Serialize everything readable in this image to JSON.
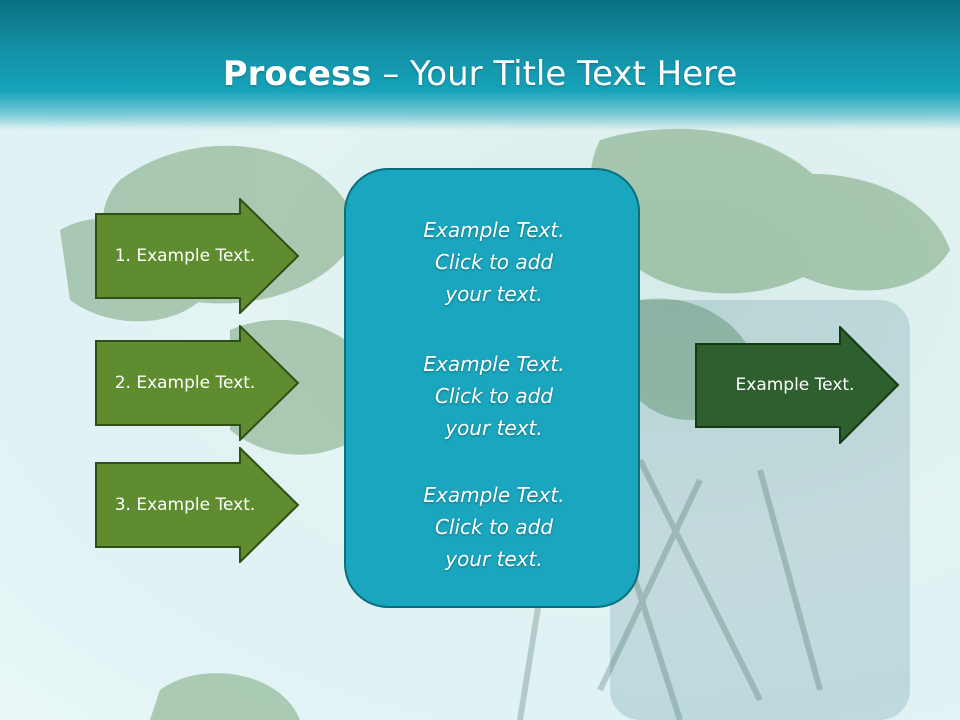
{
  "slide": {
    "title_bold": "Process",
    "title_rest": " – Your Title Text Here"
  },
  "inputs": [
    {
      "label": "1. Example Text."
    },
    {
      "label": "2. Example Text."
    },
    {
      "label": "3. Example Text."
    }
  ],
  "center": {
    "blocks": [
      {
        "line1": "Example Text.",
        "line2": "Click  to add",
        "line3": "your text."
      },
      {
        "line1": "Example Text.",
        "line2": "Click  to add",
        "line3": "your text."
      },
      {
        "line1": "Example Text.",
        "line2": "Click  to add",
        "line3": "your text."
      }
    ]
  },
  "output": {
    "label": "Example Text."
  },
  "colors": {
    "title_band": "#16a3ba",
    "input_arrow_fill": "#5e8c2f",
    "input_arrow_border": "#2f4f15",
    "center_box_fill": "#1aa6bf",
    "center_box_border": "#0b6e7e",
    "output_arrow_fill": "#2e5f2e",
    "output_arrow_border": "#153815"
  }
}
